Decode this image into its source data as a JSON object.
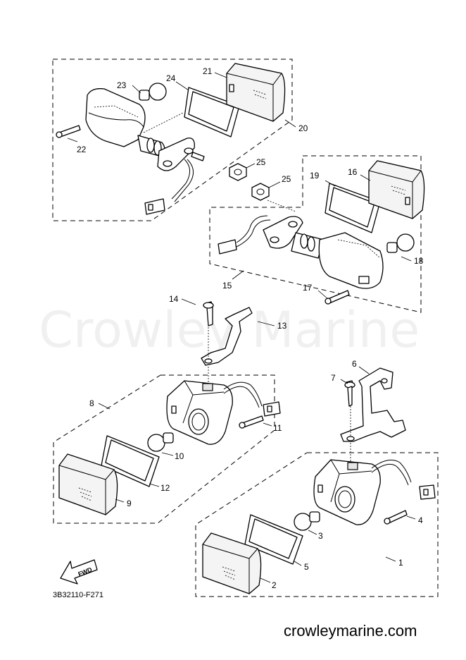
{
  "diagram": {
    "callouts": [
      "1",
      "2",
      "3",
      "4",
      "5",
      "6",
      "7",
      "8",
      "9",
      "10",
      "11",
      "12",
      "13",
      "14",
      "15",
      "16",
      "17",
      "18",
      "19",
      "20",
      "21",
      "22",
      "23",
      "24",
      "25",
      "25"
    ],
    "drawing_code": "3B32110-F271",
    "fwd_label": "FWD",
    "watermark": "Crowley Marine",
    "footer_site": "crowleymarine.com"
  }
}
